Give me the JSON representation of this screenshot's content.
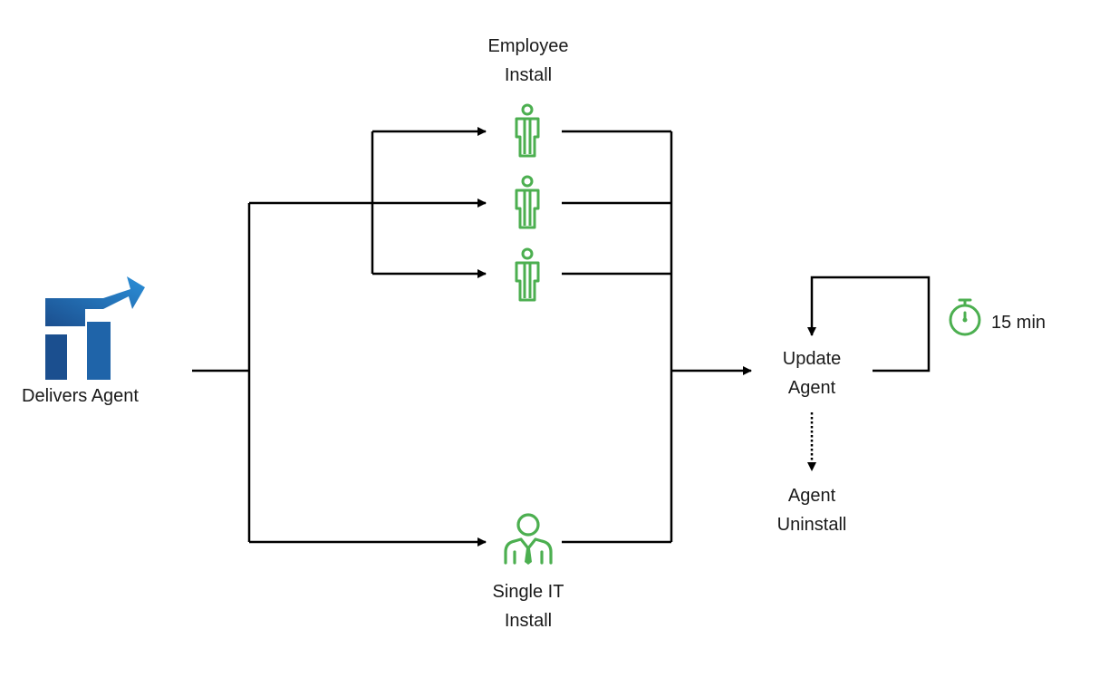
{
  "diagram": {
    "source": {
      "label": "Delivers Agent",
      "icon": "logo-arrow-icon"
    },
    "employee_install": {
      "label_line1": "Employee",
      "label_line2": "Install",
      "icon": "employee-person-icon",
      "count": 3
    },
    "single_it_install": {
      "label_line1": "Single IT",
      "label_line2": "Install",
      "icon": "it-person-tie-icon"
    },
    "update_agent": {
      "label_line1": "Update",
      "label_line2": "Agent"
    },
    "timer": {
      "label": "15 min",
      "icon": "stopwatch-icon"
    },
    "uninstall": {
      "label_line1": "Agent",
      "label_line2": "Uninstall"
    },
    "colors": {
      "accent_green": "#4caf50",
      "logo_dark_blue": "#1b4f8f",
      "logo_light_blue": "#2b8fd8",
      "line": "#000000"
    }
  }
}
